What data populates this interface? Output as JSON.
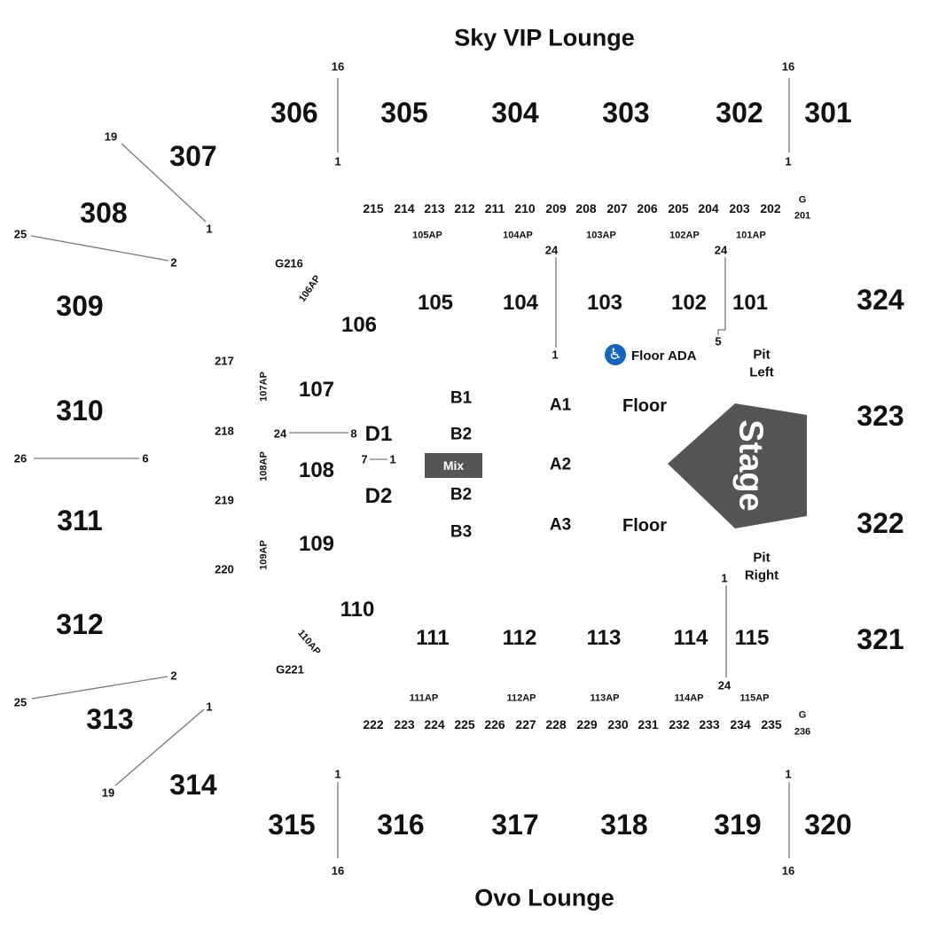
{
  "lounges": {
    "top": "Sky VIP Lounge",
    "bottom": "Ovo Lounge"
  },
  "sections_300": [
    "306",
    "305",
    "304",
    "303",
    "302",
    "301",
    "307",
    "308",
    "309",
    "310",
    "311",
    "312",
    "313",
    "314",
    "315",
    "316",
    "317",
    "318",
    "319",
    "320",
    "324",
    "323",
    "322",
    "321"
  ],
  "sections_100": [
    "105",
    "104",
    "103",
    "102",
    "101",
    "106",
    "107",
    "108",
    "109",
    "110",
    "111",
    "112",
    "113",
    "114",
    "115"
  ],
  "sections_200_top": [
    "215",
    "214",
    "213",
    "212",
    "211",
    "210",
    "209",
    "208",
    "207",
    "206",
    "205",
    "204",
    "203",
    "202"
  ],
  "sections_200_bottom": [
    "222",
    "223",
    "224",
    "225",
    "226",
    "227",
    "228",
    "229",
    "230",
    "231",
    "232",
    "233",
    "234",
    "235"
  ],
  "sections_200_left": [
    "217",
    "218",
    "219",
    "220"
  ],
  "gates": {
    "g201_a": "G",
    "g201_b": "201",
    "g236_a": "G",
    "g236_b": "236",
    "g216": "G216",
    "g221": "G221"
  },
  "ap_top": [
    "105AP",
    "104AP",
    "103AP",
    "102AP",
    "101AP"
  ],
  "ap_bottom": [
    "111AP",
    "112AP",
    "113AP",
    "114AP",
    "115AP"
  ],
  "ap_side": [
    "106AP",
    "107AP",
    "108AP",
    "109AP",
    "110AP"
  ],
  "floor": {
    "a": [
      "A1",
      "A2",
      "A3"
    ],
    "b": [
      "B1",
      "B2",
      "B2",
      "B3"
    ],
    "d": [
      "D1",
      "D2"
    ],
    "floor_top": "Floor",
    "floor_bottom": "Floor",
    "mix": "Mix",
    "stage": "Stage",
    "pit_left": [
      "Pit",
      "Left"
    ],
    "pit_right": [
      "Pit",
      "Right"
    ],
    "ada": "Floor ADA"
  },
  "row_numbers": {
    "top_left": [
      "16",
      "1"
    ],
    "top_right": [
      "16",
      "1"
    ],
    "nw_307": [
      "19",
      "1"
    ],
    "nw_308": [
      "25",
      "2"
    ],
    "w_310": [
      "26",
      "6"
    ],
    "sw_312": [
      "2",
      "25"
    ],
    "sw_313": [
      "1",
      "19"
    ],
    "bottom_left": [
      "1",
      "16"
    ],
    "bottom_right": [
      "1",
      "16"
    ],
    "sec104": [
      "24",
      "1"
    ],
    "sec102": [
      "24",
      "5"
    ],
    "sec107": [
      "24",
      "8"
    ],
    "mix_row": [
      "7",
      "1"
    ],
    "sec115": [
      "1",
      "24"
    ]
  },
  "colors": {
    "stage": "#555555",
    "mix": "#555555",
    "ada": "#1565c0",
    "lines": "#777777"
  }
}
